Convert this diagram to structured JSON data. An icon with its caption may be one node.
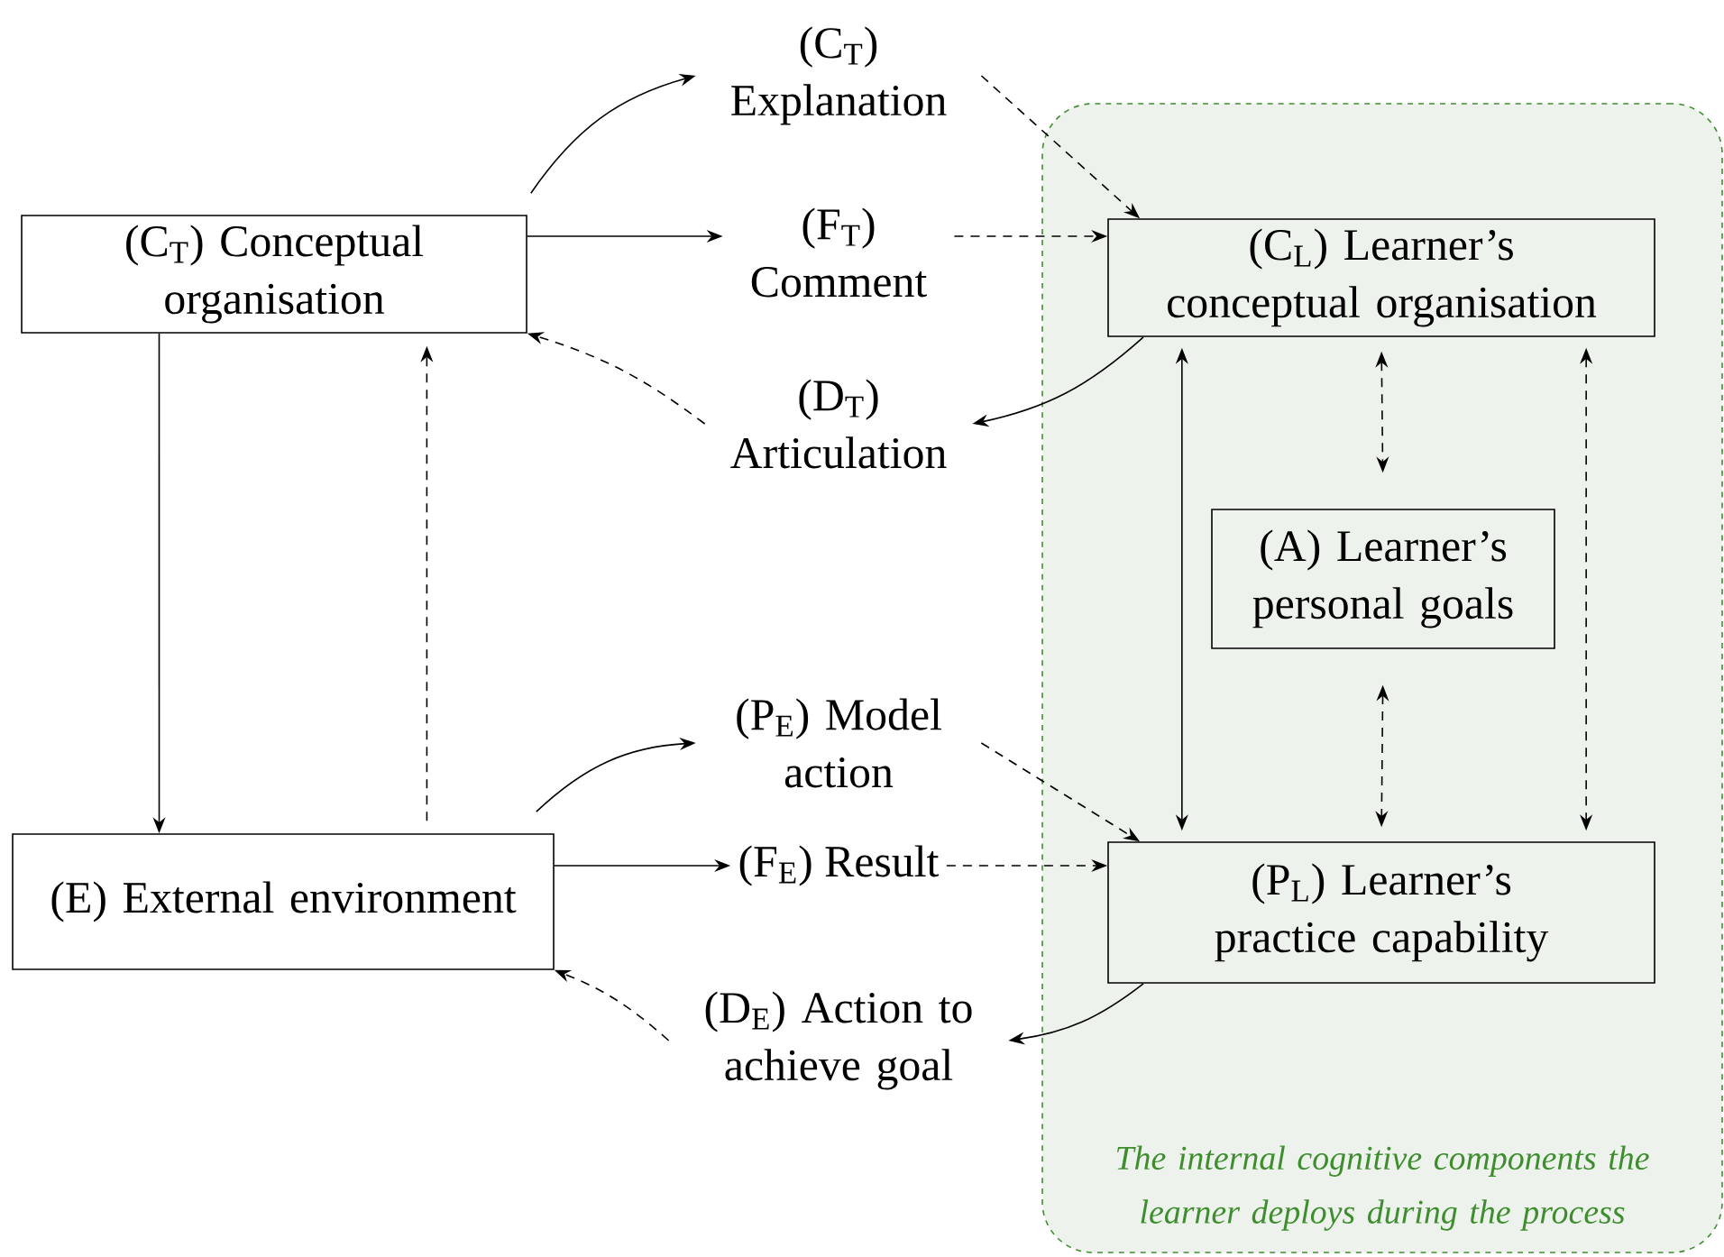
{
  "diagram": {
    "nodes": [
      {
        "text": [
          "The internal cognitive components the learner deploys during the process"
        ]
      },
      {
        "text": [
          "(C$_{T}$) Conceptual organisation"
        ]
      },
      {
        "text": [
          "(C$_{T}$) Explanation"
        ]
      },
      {
        "text": [
          "(F$_{T}$) Comment"
        ]
      },
      {
        "text": [
          "(D$_{T}$) Articulation"
        ]
      },
      {
        "text": [
          "(C$_{L}$) Learner’s conceptual organisation"
        ],
        "in": 0
      },
      {
        "text": [
          "(A) Learner’s personal goals"
        ],
        "in": 0
      },
      {
        "text": [
          "(E) External environment"
        ]
      },
      {
        "text": [
          "(P$_{E}$) Model action"
        ]
      },
      {
        "text": [
          "(F$_{E}$) Result"
        ]
      },
      {
        "text": [
          "(D$_{E}$) Action to achieve goal"
        ]
      },
      {
        "text": [
          "(P$_{L}$) Learner’s practice capability"
        ],
        "in": 0
      }
    ],
    "edges": [
      {
        "from": 1,
        "to": 2,
        "arrow": "to"
      },
      {
        "from": 2,
        "to": 5,
        "arrow": "to",
        "style": "dashed"
      },
      {
        "from": 1,
        "to": 3,
        "arrow": "to"
      },
      {
        "from": 3,
        "to": 5,
        "arrow": "to",
        "style": "dashed"
      },
      {
        "from": 5,
        "to": 4,
        "arrow": "to"
      },
      {
        "from": 4,
        "to": 1,
        "arrow": "to",
        "style": "dashed"
      },
      {
        "from": 1,
        "to": 7,
        "arrow": "to"
      },
      {
        "from": 7,
        "to": 1,
        "arrow": "to",
        "style": "dashed"
      },
      {
        "from": 7,
        "to": 8,
        "arrow": "to"
      },
      {
        "from": 8,
        "to": 11,
        "arrow": "to",
        "style": "dashed"
      },
      {
        "from": 7,
        "to": 9,
        "arrow": "to"
      },
      {
        "from": 9,
        "to": 11,
        "arrow": "to",
        "style": "dashed"
      },
      {
        "from": 11,
        "to": 10,
        "arrow": "to"
      },
      {
        "from": 10,
        "to": 7,
        "arrow": "to",
        "style": "dashed"
      },
      {
        "from": 5,
        "to": 11,
        "arrow": "both"
      },
      {
        "from": 5,
        "to": 6,
        "arrow": "both",
        "style": "dashed"
      },
      {
        "from": 6,
        "to": 11,
        "arrow": "both",
        "style": "dashed"
      },
      {
        "from": 5,
        "to": 11,
        "arrow": "both",
        "style": "dashed"
      }
    ]
  }
}
